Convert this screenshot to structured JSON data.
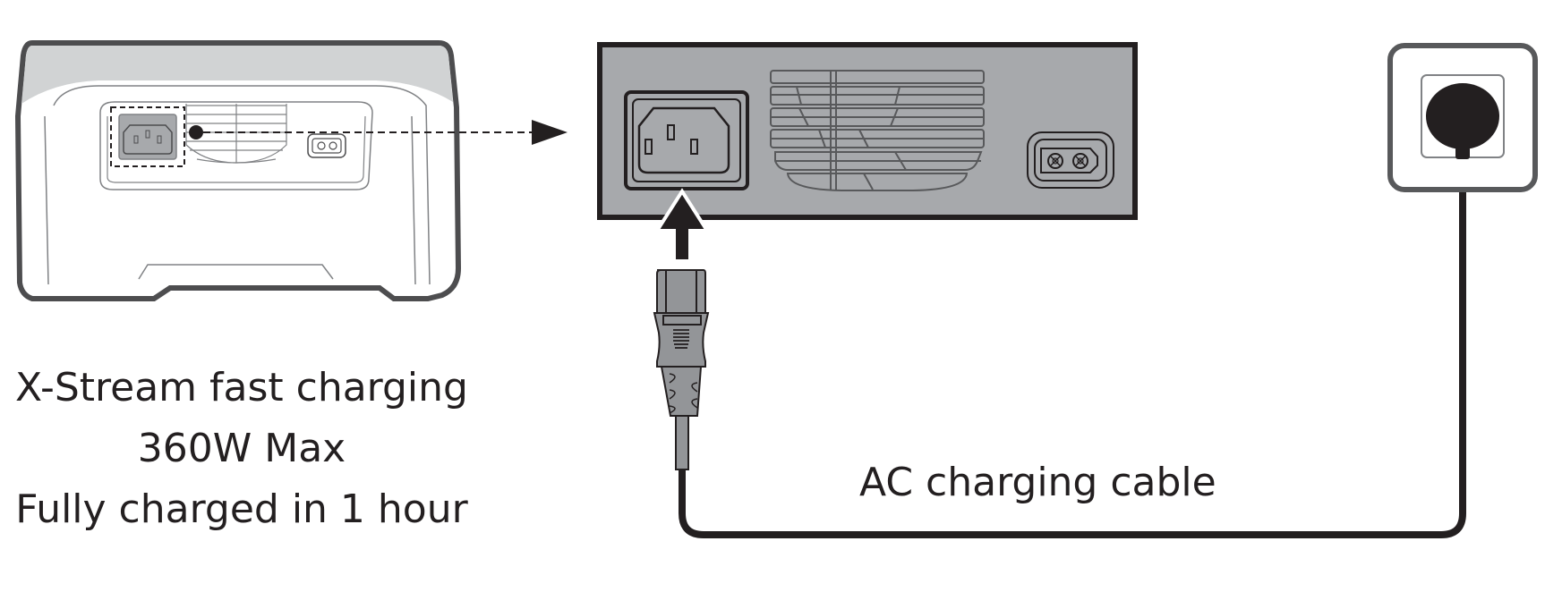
{
  "diagram": {
    "title": "AC charging connection",
    "device_caption": {
      "line1": "X-Stream fast charging",
      "line2": "360W Max",
      "line3": "Fully charged in 1 hour"
    },
    "cable_label": "AC charging cable",
    "components": {
      "power_station": "portable-power-station-rear",
      "detail_panel": "ac-input-panel-detail",
      "ac_input_port": "iec-c14-ac-input",
      "dc_port": "xt60-input",
      "plug": "iec-c13-plug",
      "wall_outlet": "wall-socket"
    },
    "colors": {
      "outline": "#4d4d4f",
      "panel_gray": "#a7a9ac",
      "top_gray": "#d1d3d4",
      "cable": "#231f20",
      "plug_gray": "#939598",
      "text": "#231f20"
    }
  }
}
